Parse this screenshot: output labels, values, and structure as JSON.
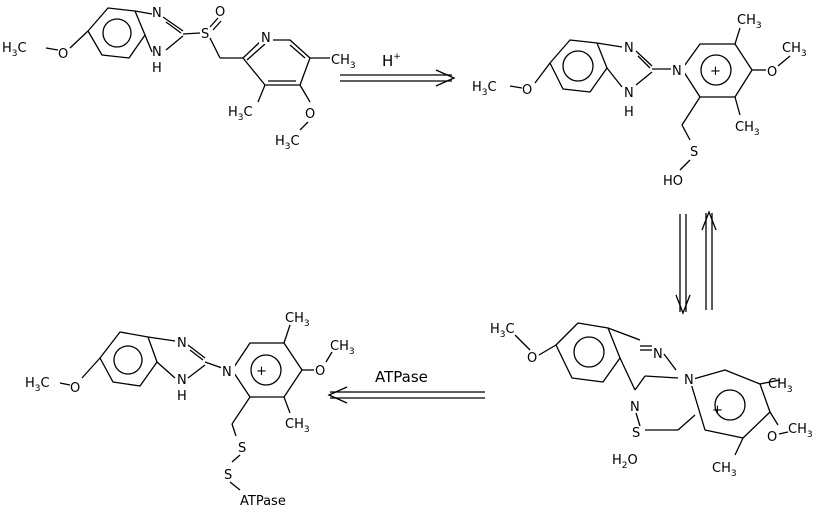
{
  "atoms": {
    "N": "N",
    "H": "H",
    "S": "S",
    "O": "O",
    "HO": "HO",
    "C": "C",
    "CH": "CH",
    "sub3": "3",
    "sub2": "2",
    "plus": "+"
  },
  "conditions": {
    "acid": "H",
    "acid_sup": "+",
    "enzyme": "ATPase"
  },
  "labels": {
    "water_H": "H",
    "water_O": "O",
    "atpase": "ATPase"
  }
}
